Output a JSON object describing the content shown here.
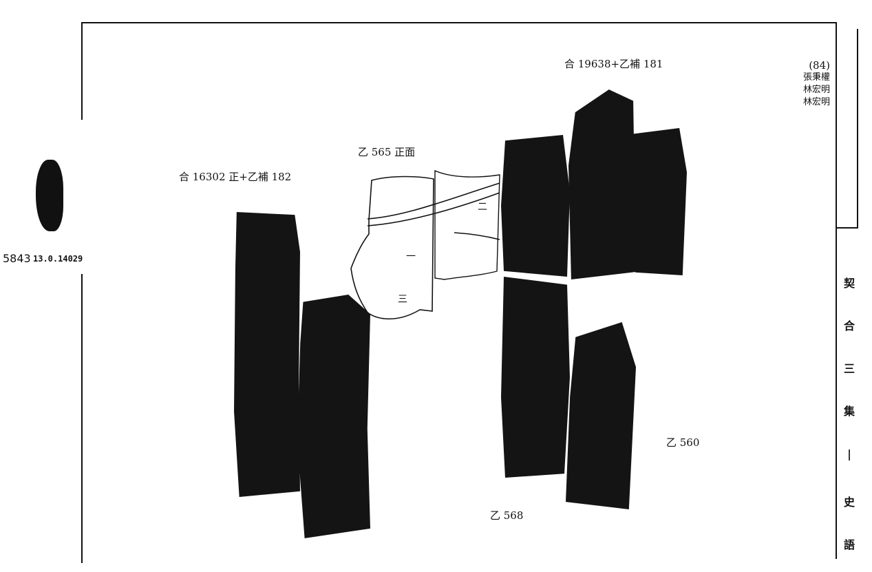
{
  "header": {
    "plate_number": "(84)",
    "credits": [
      "張秉權",
      "林宏明",
      "林宏明"
    ]
  },
  "side_title": [
    "契",
    "合",
    "三",
    "集",
    "|",
    "史",
    "語"
  ],
  "left_edge": {
    "catalog_number": "5843",
    "catalog_code": "13.0.14029"
  },
  "labels": {
    "left_group": "合 16302 正+乙補 182",
    "drawing": "乙 565 正面",
    "right_group": "合 19638+乙補 181",
    "fragment_560": "乙 560",
    "fragment_568": "乙 568"
  },
  "drawing_marks": {
    "mark_a": "二",
    "mark_b": "一",
    "mark_c": "三"
  }
}
